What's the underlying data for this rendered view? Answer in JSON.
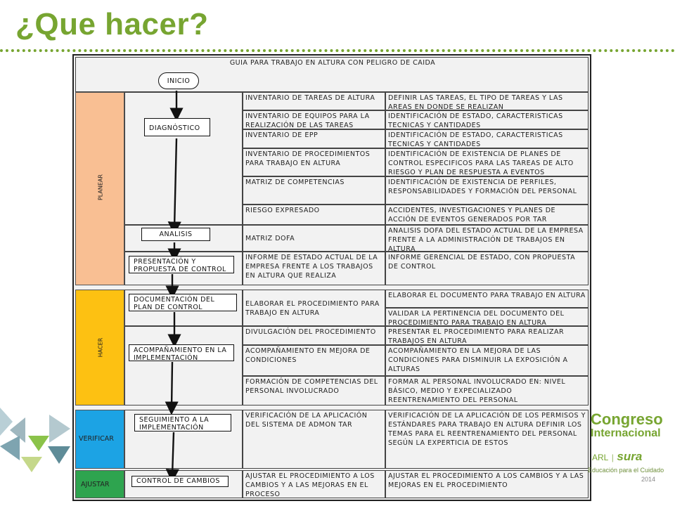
{
  "slide": {
    "title": "¿Que hacer?"
  },
  "diagram": {
    "title": "GUIA PARA TRABAJO EN ALTURA CON PELIGRO DE CAIDA",
    "start": "INICIO",
    "phases": [
      {
        "label": "PLANEAR",
        "color": "#f9bf93"
      },
      {
        "label": "HACER",
        "color": "#fdc112"
      },
      {
        "label": "VERIFICAR",
        "color": "#1ca3e4"
      },
      {
        "label": "AJUSTAR",
        "color": "#2ea44f"
      }
    ],
    "process_boxes": [
      "DIAGNÓSTICO",
      "ANALISIS",
      "PRESENTACIÓN Y PROPUESTA DE CONTROL",
      "DOCUMENTACIÓN DEL PLAN DE CONTROL",
      "ACOMPAÑAMIENTO EN LA IMPLEMENTACIÓN",
      "SEGUIMIENTO A LA IMPLEMENTACIÓN",
      "CONTROL DE CAMBIOS"
    ],
    "rows": [
      {
        "activity": "INVENTARIO DE TAREAS DE ALTURA",
        "description": "DEFINIR LAS TAREAS, EL TIPO DE TAREAS Y LAS AREAS EN DONDE SE REALIZAN"
      },
      {
        "activity": "INVENTARIO DE EQUIPOS PARA LA REALIZACIÓN DE LAS TAREAS",
        "description": "IDENTIFICACIÓN DE ESTADO, CARACTERISTICAS TECNICAS Y CANTIDADES"
      },
      {
        "activity": "INVENTARIO DE EPP",
        "description": "IDENTIFICACIÓN DE ESTADO, CARACTERISTICAS TECNICAS Y CANTIDADES"
      },
      {
        "activity": "INVENTARIO DE PROCEDIMIENTOS PARA TRABAJO EN ALTURA",
        "description": "IDENTIFICACIÓN DE EXISTENCIA DE PLANES DE CONTROL ESPECIFICOS PARA LAS TAREAS DE ALTO RIESGO Y PLAN DE RESPUESTA A EVENTOS"
      },
      {
        "activity": "MATRIZ DE COMPETENCIAS",
        "description": "IDENTIFICACIÓN DE EXISTENCIA DE PERFILES, RESPONSABILIDADES Y FORMACIÓN DEL PERSONAL"
      },
      {
        "activity": "RIESGO EXPRESADO",
        "description": "ACCIDENTES, INVESTIGACIONES Y PLANES DE ACCIÓN DE EVENTOS GENERADOS POR TAR"
      },
      {
        "activity": "MATRIZ DOFA",
        "description": "ANALISIS DOFA DEL ESTADO ACTUAL DE LA EMPRESA FRENTE A LA ADMINISTRACIÓN DE TRABAJOS EN ALTURA"
      },
      {
        "activity": "INFORME DE ESTADO ACTUAL DE LA EMPRESA FRENTE A LOS TRABAJOS EN ALTURA QUE REALIZA",
        "description": "INFORME GERENCIAL DE ESTADO, CON PROPUESTA DE CONTROL"
      },
      {
        "activity": "ELABORAR EL PROCEDIMIENTO PARA TRABAJO EN ALTURA",
        "description": "ELABORAR EL DOCUMENTO PARA TRABAJO EN ALTURA"
      },
      {
        "activity": "",
        "description": "VALIDAR LA PERTINENCIA DEL DOCUMENTO DEL PROCEDIMIENTO PARA TRABAJO EN ALTURA"
      },
      {
        "activity": "DIVULGACIÓN DEL PROCEDIMIENTO",
        "description": "PRESENTAR EL PROCEDIMIENTO PARA REALIZAR TRABAJOS EN ALTURA"
      },
      {
        "activity": "ACOMPAÑAMIENTO EN MEJORA DE CONDICIONES",
        "description": "ACOMPAÑAMIENTO EN LA MEJORA DE LAS CONDICIONES PARA DISMINUIR LA EXPOSICIÓN A ALTURAS"
      },
      {
        "activity": "FORMACIÓN DE COMPETENCIAS DEL PERSONAL INVOLUCRADO",
        "description": "FORMAR AL PERSONAL INVOLUCRADO EN: NIVEL BÁSICO, MEDIO Y EXPECIALIZADO REENTRENAMIENTO DEL PERSONAL"
      },
      {
        "activity": "VERIFICACIÓN DE LA APLICACIÓN DEL SISTEMA DE ADMON TAR",
        "description": "VERIFICACIÓN DE LA APLICACIÓN DE LOS PERMISOS Y ESTÁNDARES PARA TRABAJO EN ALTURA DEFINIR LOS TEMAS PARA EL REENTRENAMIENTO DEL PERSONAL SEGÚN LA EXPERTICIA DE ESTOS"
      },
      {
        "activity": "AJUSTAR EL PROCEDIMIENTO A LOS CAMBIOS Y A LAS MEJORAS EN EL PROCESO",
        "description": "AJUSTAR EL PROCEDIMIENTO A LOS CAMBIOS Y A LAS MEJORAS EN EL PROCEDIMIENTO"
      }
    ]
  },
  "logo": {
    "line1": "Congreso",
    "line2": "Internacional",
    "arl": "ARL",
    "brand": "sura",
    "tagline": "Educación para el Cuidado",
    "year": "2014",
    "color": "#77a531"
  }
}
